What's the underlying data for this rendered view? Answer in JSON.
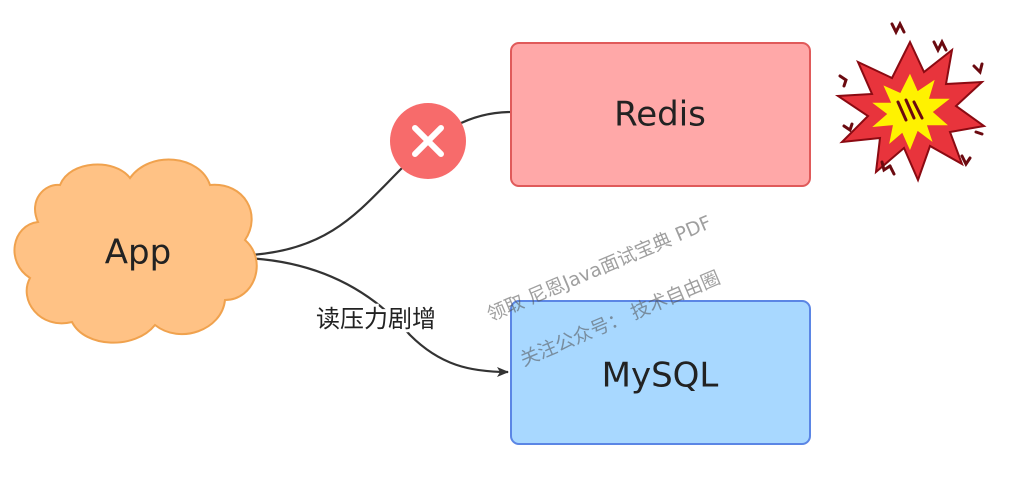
{
  "nodes": {
    "app": {
      "label": "App",
      "fill": "#FFC285",
      "stroke": "#F0A24E"
    },
    "redis": {
      "label": "Redis",
      "fill": "#FFA8A8",
      "stroke": "#E05A5A"
    },
    "mysql": {
      "label": "MySQL",
      "fill": "#A8D8FF",
      "stroke": "#5B86E5"
    }
  },
  "edges": {
    "app_to_mysql_label": "读压力剧增"
  },
  "blocked": {
    "icon": "close-icon",
    "color": "#F76B6B"
  },
  "explosion": {
    "icon": "explosion-icon",
    "outer": "#E8343C",
    "inner": "#FFF200"
  },
  "watermark": {
    "line1": "领取 尼恩Java面试宝典 PDF",
    "line2": "关注公众号： 技术自由圈"
  }
}
